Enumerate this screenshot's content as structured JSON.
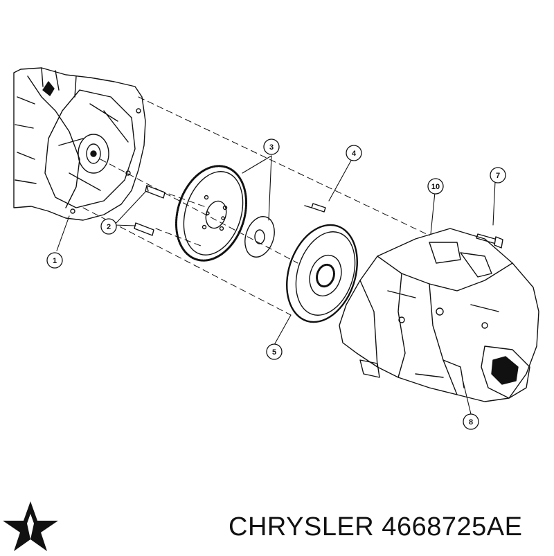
{
  "callouts": [
    {
      "id": "callout-1",
      "label": "1"
    },
    {
      "id": "callout-2",
      "label": "2"
    },
    {
      "id": "callout-3",
      "label": "3"
    },
    {
      "id": "callout-4",
      "label": "4"
    },
    {
      "id": "callout-5",
      "label": "5"
    },
    {
      "id": "callout-7",
      "label": "7"
    },
    {
      "id": "callout-8",
      "label": "8"
    },
    {
      "id": "callout-10",
      "label": "10"
    }
  ],
  "footer": {
    "part_text": "CHRYSLER 4668725AE",
    "logo_icon": "chrysler-pentastar-icon"
  }
}
